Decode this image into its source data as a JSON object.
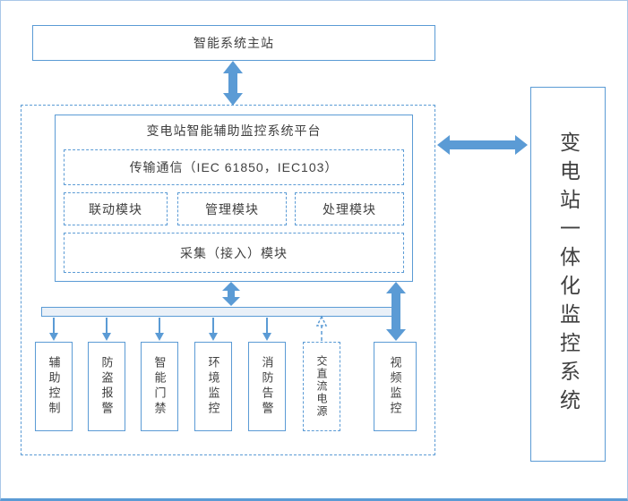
{
  "colors": {
    "accent": "#5b9bd5",
    "accent_light": "#a9c7e8",
    "text": "#404040",
    "bus_fill": "#e9f0f8",
    "background": "#ffffff"
  },
  "master_station": {
    "label": "智能系统主站"
  },
  "platform": {
    "title": "变电站智能辅助监控系统平台",
    "transmission": "传输通信（IEC 61850，IEC103）",
    "modules": [
      {
        "label": "联动模块"
      },
      {
        "label": "管理模块"
      },
      {
        "label": "处理模块"
      }
    ],
    "acquisition": "采集（接入）模块"
  },
  "devices": [
    {
      "label": "辅助控制"
    },
    {
      "label": "防盗报警"
    },
    {
      "label": "智能门禁"
    },
    {
      "label": "环境监控"
    },
    {
      "label": "消防告警"
    },
    {
      "label": "交直流电源"
    },
    {
      "label": "视频监控"
    }
  ],
  "integrated_system": {
    "label": "变电站一体化监控系统"
  }
}
